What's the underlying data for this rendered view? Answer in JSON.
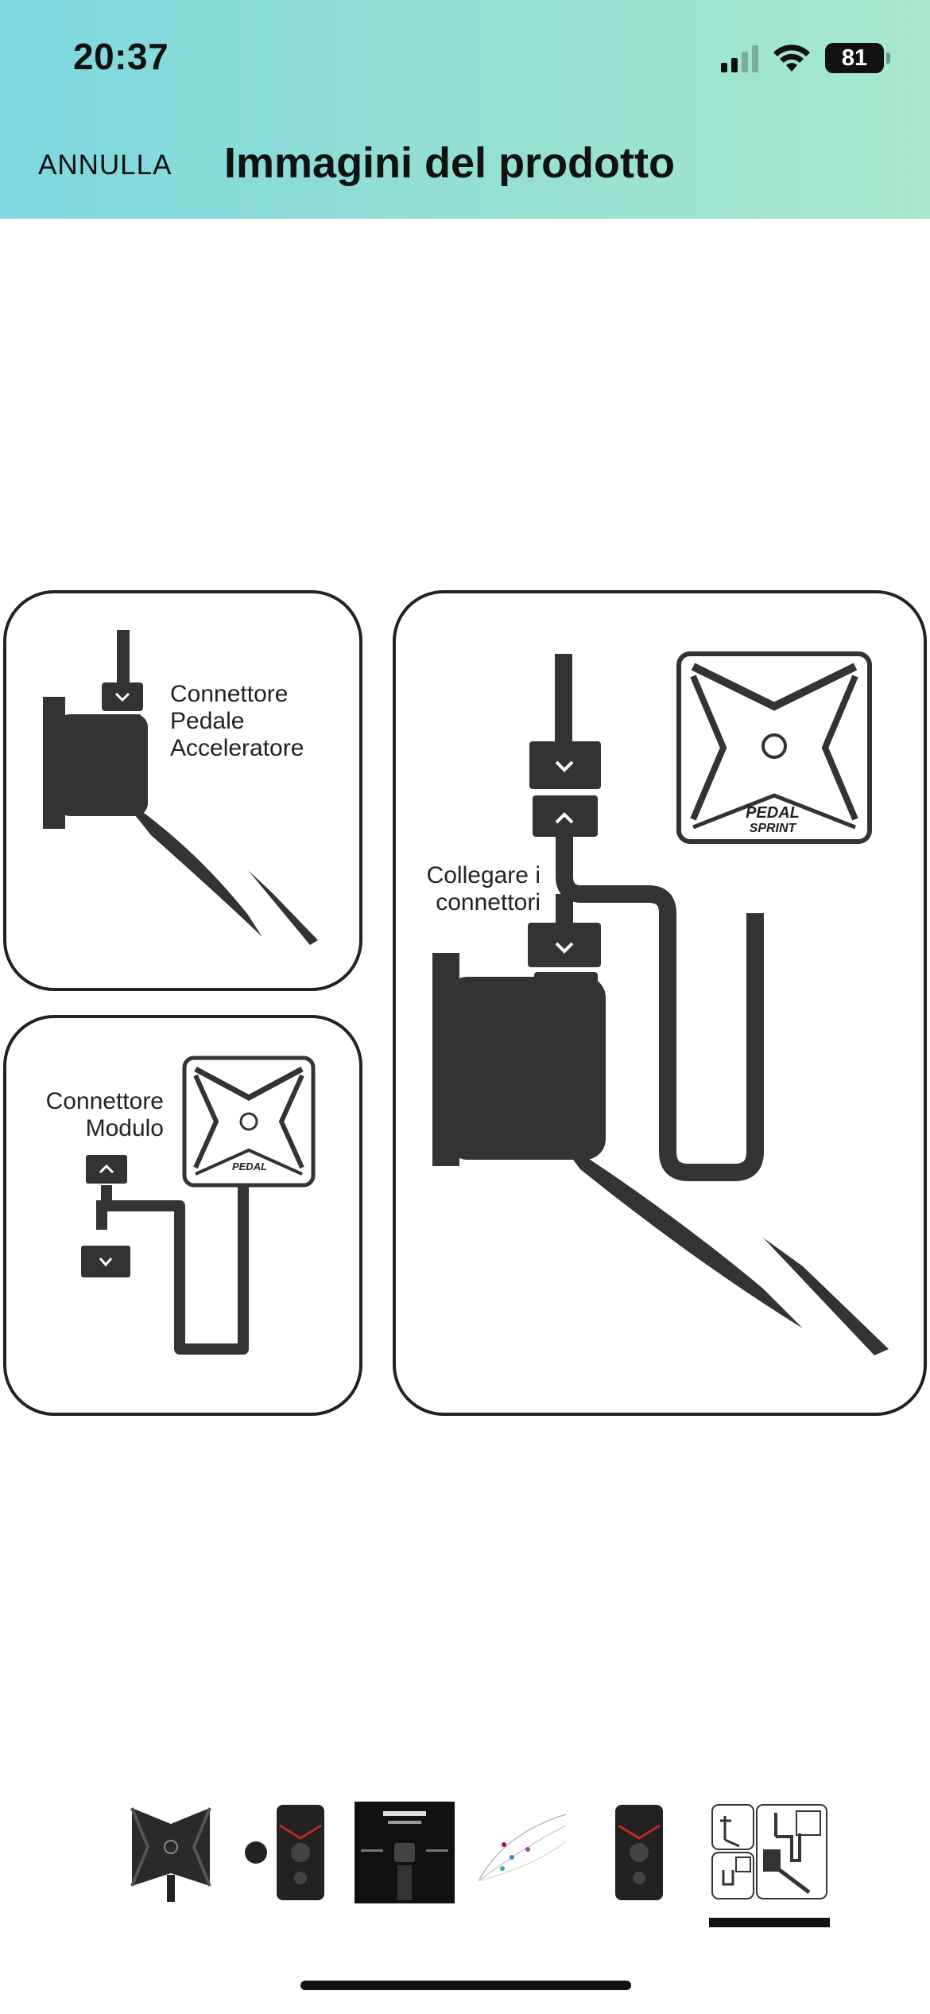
{
  "status_bar": {
    "time": "20:37",
    "battery": "81"
  },
  "header": {
    "cancel_label": "ANNULLA",
    "title": "Immagini del prodotto"
  },
  "diagram": {
    "top_left_label": [
      "Connettore",
      "Pedale",
      "Acceleratore"
    ],
    "bottom_left_label": [
      "Connettore",
      "Modulo"
    ],
    "right_label": [
      "Collegare i",
      "connettori"
    ],
    "brand_wordmark": [
      "PEDAL",
      "SPRINT"
    ]
  },
  "thumbnails": [
    {
      "name": "module-front",
      "selected": false
    },
    {
      "name": "phone-app",
      "selected": false
    },
    {
      "name": "technology-sheet",
      "selected": false
    },
    {
      "name": "response-curve-chart",
      "selected": false
    },
    {
      "name": "phone-app-2",
      "selected": false
    },
    {
      "name": "installation-diagram",
      "selected": true
    }
  ]
}
